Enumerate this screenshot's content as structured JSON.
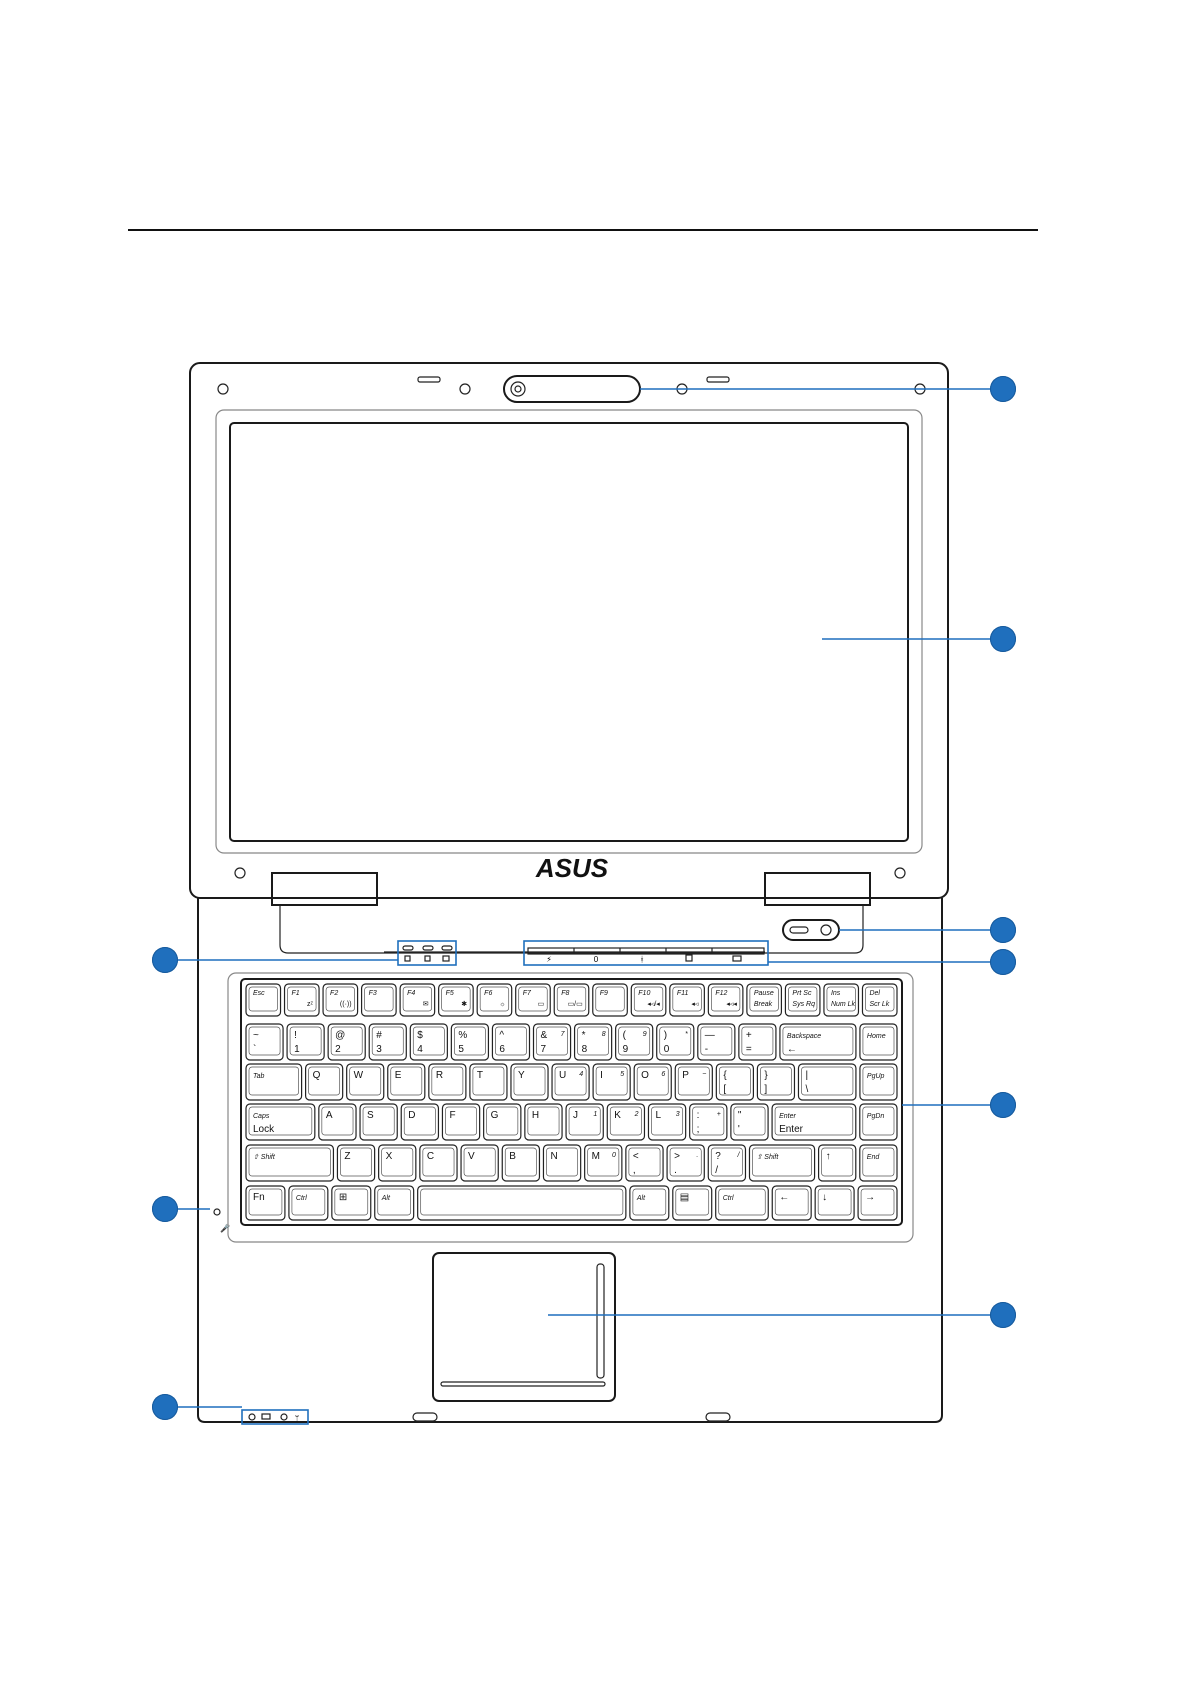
{
  "brand": {
    "logo_text": "ASUS"
  },
  "diagram": {
    "accent_color": "#1f6fbd",
    "callouts": [
      {
        "id": "camera"
      },
      {
        "id": "display-panel"
      },
      {
        "id": "power-switch"
      },
      {
        "id": "instant-keys"
      },
      {
        "id": "keyboard"
      },
      {
        "id": "touchpad"
      },
      {
        "id": "drive-status-indicators"
      },
      {
        "id": "microphone"
      },
      {
        "id": "status-indicators"
      }
    ]
  },
  "keyboard": {
    "rows": [
      [
        {
          "t": "Esc"
        },
        {
          "t": "F1",
          "s": "zᶻ"
        },
        {
          "t": "F2",
          "s": "((·))"
        },
        {
          "t": "F3"
        },
        {
          "t": "F4",
          "s": "✉"
        },
        {
          "t": "F5",
          "s": "✱"
        },
        {
          "t": "F6",
          "s": "☼"
        },
        {
          "t": "F7",
          "s": "▭"
        },
        {
          "t": "F8",
          "s": "▭/▭"
        },
        {
          "t": "F9"
        },
        {
          "t": "F10",
          "s": "◂◃/◂"
        },
        {
          "t": "F11",
          "s": "◂◃"
        },
        {
          "t": "F12",
          "s": "◂◃◂"
        },
        {
          "t": "Pause",
          "b": "Break"
        },
        {
          "t": "Prt Sc",
          "b": "Sys Rq"
        },
        {
          "t": "Ins",
          "b": "Num Lk"
        },
        {
          "t": "Del",
          "b": "Scr Lk"
        }
      ],
      [
        {
          "t": "~",
          "b": "`"
        },
        {
          "t": "!",
          "b": "1"
        },
        {
          "t": "@",
          "b": "2"
        },
        {
          "t": "#",
          "b": "3"
        },
        {
          "t": "$",
          "b": "4"
        },
        {
          "t": "%",
          "b": "5"
        },
        {
          "t": "^",
          "b": "6"
        },
        {
          "t": "&",
          "b": "7",
          "n": "7"
        },
        {
          "t": "*",
          "b": "8",
          "n": "8"
        },
        {
          "t": "(",
          "b": "9",
          "n": "9"
        },
        {
          "t": ")",
          "b": "0",
          "n": "*"
        },
        {
          "t": "—",
          "b": "-"
        },
        {
          "t": "+",
          "b": "="
        },
        {
          "t": "Backspace",
          "b": "←"
        },
        {
          "t": "Home"
        }
      ],
      [
        {
          "t": "Tab"
        },
        {
          "t": "Q"
        },
        {
          "t": "W"
        },
        {
          "t": "E"
        },
        {
          "t": "R"
        },
        {
          "t": "T"
        },
        {
          "t": "Y"
        },
        {
          "t": "U",
          "n": "4"
        },
        {
          "t": "I",
          "n": "5"
        },
        {
          "t": "O",
          "n": "6"
        },
        {
          "t": "P",
          "n": "−"
        },
        {
          "t": "{",
          "b": "["
        },
        {
          "t": "}",
          "b": "]"
        },
        {
          "t": "|",
          "b": "\\"
        },
        {
          "t": "PgUp"
        }
      ],
      [
        {
          "t": "Caps",
          "b": "Lock"
        },
        {
          "t": "A"
        },
        {
          "t": "S"
        },
        {
          "t": "D"
        },
        {
          "t": "F"
        },
        {
          "t": "G"
        },
        {
          "t": "H"
        },
        {
          "t": "J",
          "n": "1"
        },
        {
          "t": "K",
          "n": "2"
        },
        {
          "t": "L",
          "n": "3"
        },
        {
          "t": ":",
          "b": ";",
          "n": "+"
        },
        {
          "t": "\"",
          "b": "'"
        },
        {
          "t": "Enter",
          "b": "Enter"
        },
        {
          "t": "PgDn"
        }
      ],
      [
        {
          "t": "⇧ Shift"
        },
        {
          "t": "Z"
        },
        {
          "t": "X"
        },
        {
          "t": "C"
        },
        {
          "t": "V"
        },
        {
          "t": "B"
        },
        {
          "t": "N"
        },
        {
          "t": "M",
          "n": "0"
        },
        {
          "t": "<",
          "b": ","
        },
        {
          "t": ">",
          "b": ".",
          "n": "."
        },
        {
          "t": "?",
          "b": "/",
          "n": "/"
        },
        {
          "t": "⇧ Shift"
        },
        {
          "t": "↑"
        },
        {
          "t": "End"
        }
      ],
      [
        {
          "t": "Fn"
        },
        {
          "t": "Ctrl"
        },
        {
          "t": "⊞"
        },
        {
          "t": "Alt"
        },
        {
          "t": ""
        },
        {
          "t": "Alt"
        },
        {
          "t": "▤"
        },
        {
          "t": "Ctrl"
        },
        {
          "t": "←"
        },
        {
          "t": "↓"
        },
        {
          "t": "→"
        }
      ]
    ]
  },
  "icons": {
    "drive_indicators": [
      "hdd-icon",
      "capslock-icon",
      "numlock-icon"
    ],
    "instant_keys": [
      "power4gear-icon",
      "wireless-icon",
      "bluetooth-icon",
      "touchpad-lock-icon",
      "email-icon"
    ],
    "status_indicators": [
      "power-icon",
      "battery-icon",
      "drive-activity-icon",
      "wireless-status-icon"
    ]
  }
}
